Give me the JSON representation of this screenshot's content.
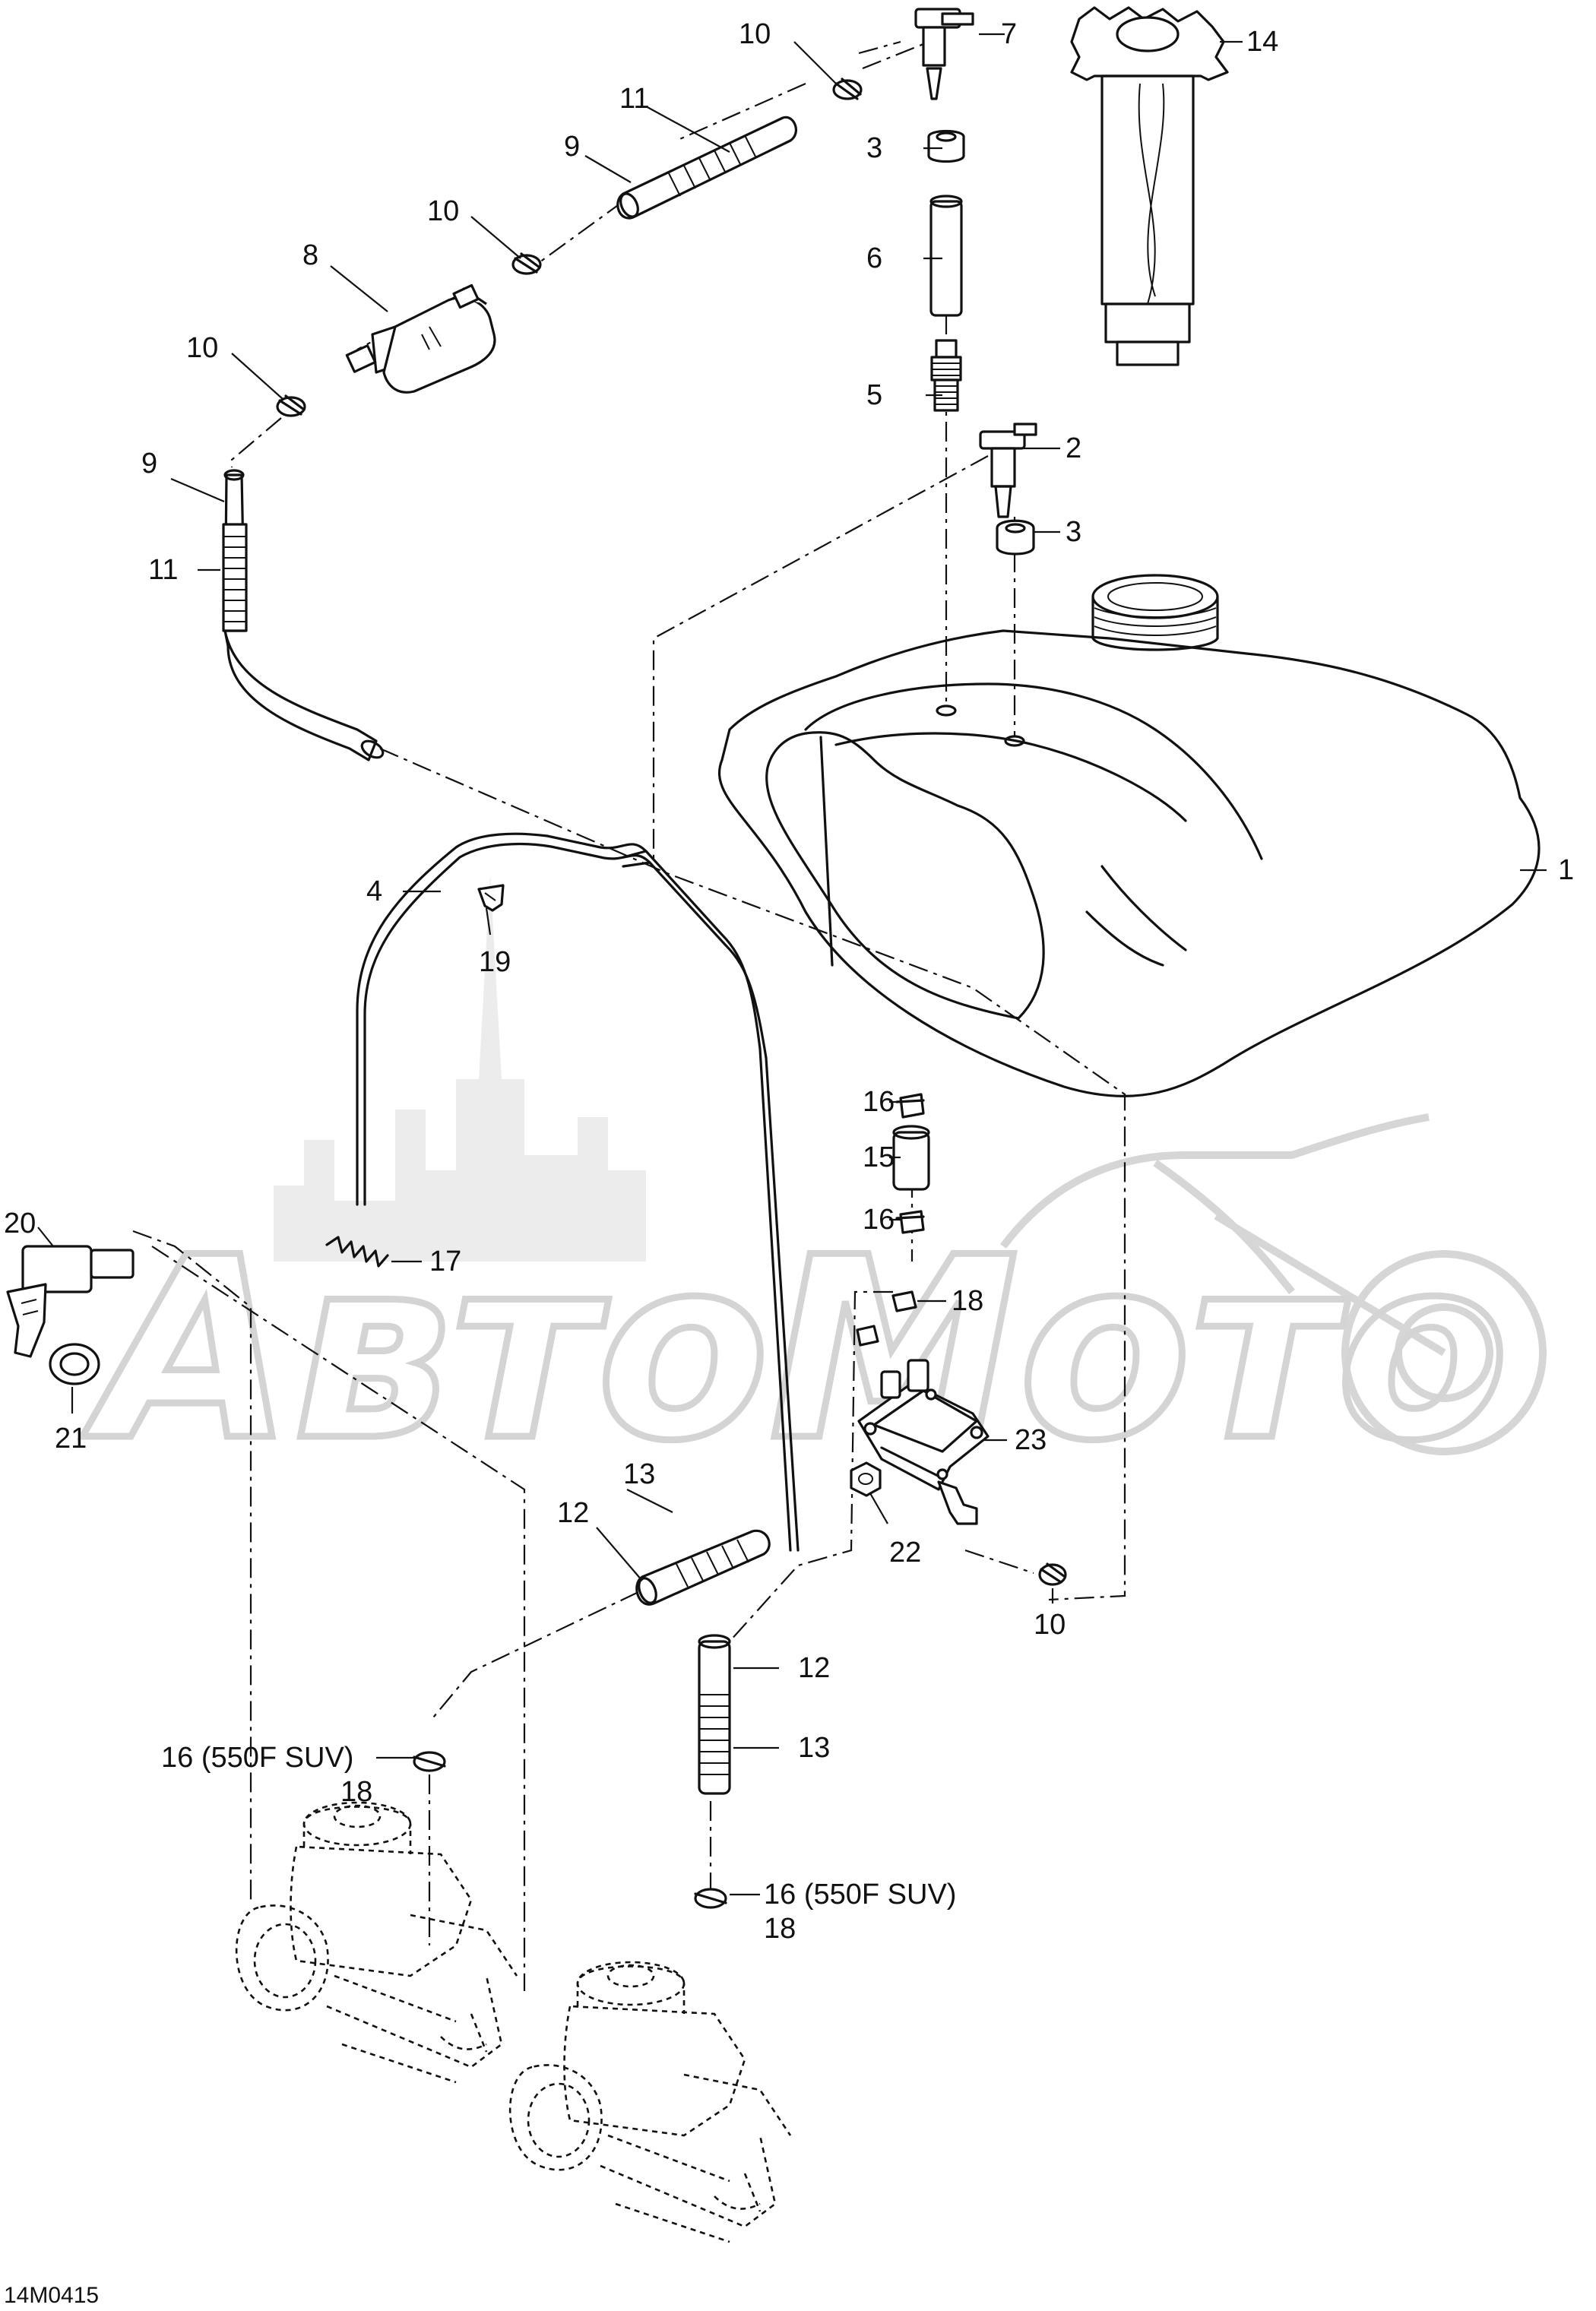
{
  "diagram_code": "14M0415",
  "watermark": "АвтоМото",
  "callouts": {
    "c1": "1",
    "c2": "2",
    "c3a": "3",
    "c3b": "3",
    "c4": "4",
    "c5": "5",
    "c6": "6",
    "c7": "7",
    "c8": "8",
    "c9a": "9",
    "c9b": "9",
    "c10a": "10",
    "c10b": "10",
    "c10c": "10",
    "c10d": "10",
    "c11a": "11",
    "c11b": "11",
    "c12a": "12",
    "c12b": "12",
    "c13a": "13",
    "c13b": "13",
    "c14": "14",
    "c15": "15",
    "c16a": "16",
    "c16b": "16",
    "c16c": "16 (550F SUV)",
    "c16d": "16 (550F SUV)",
    "c17": "17",
    "c18a": "18",
    "c18b": "18",
    "c18c": "18",
    "c19": "19",
    "c20": "20",
    "c21": "21",
    "c22": "22",
    "c23": "23"
  }
}
